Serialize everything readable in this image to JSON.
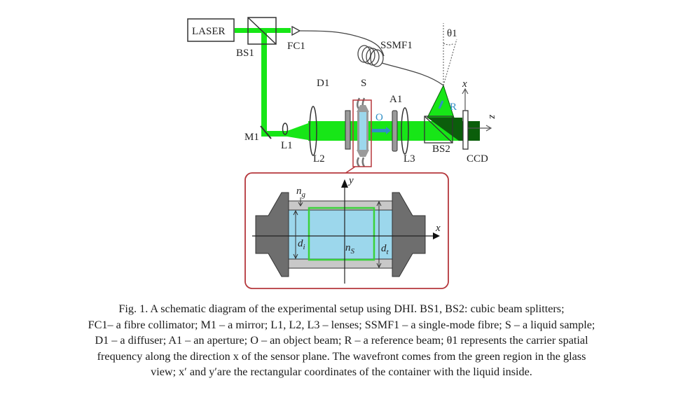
{
  "labels": {
    "laser": "LASER",
    "bs1": "BS1",
    "fc1": "FC1",
    "ssmf1": "SSMF1",
    "theta1": "θ1",
    "d1": "D1",
    "s": "S",
    "a1": "A1",
    "o": "O",
    "r": "R",
    "x_axis": "x",
    "z_axis": "z",
    "m1": "M1",
    "l1": "L1",
    "l2": "L2",
    "l3": "L3",
    "bs2": "BS2",
    "ccd": "CCD"
  },
  "inset": {
    "n_g": "n",
    "n_g_sub": "g",
    "n_s": "n",
    "n_s_sub": "S",
    "d_i": "d",
    "d_i_sub": "i",
    "d_t": "d",
    "d_t_sub": "t",
    "x_axis": "x",
    "y_axis": "y"
  },
  "colors": {
    "beam": "#17e617",
    "beam_dark": "#0b5e0b",
    "liquid": "#9cd7ec",
    "glass": "#c8c8c8",
    "holder": "#6e6e6e",
    "inset_border": "#b5373c",
    "roi": "#3ad13a",
    "arrow_blue": "#2f8fc6"
  },
  "caption": {
    "lines": [
      "Fig. 1. A schematic diagram of the experimental setup using DHI. BS1, BS2: cubic beam splitters;",
      "FC1– a fibre collimator; M1 – a mirror; L1, L2, L3 – lenses; SSMF1 – a single-mode fibre; S – a liquid sample;",
      "D1 – a diffuser; A1 – an aperture; O – an object beam; R – a reference beam; θ1 represents the carrier spatial",
      "frequency along the direction x of the sensor plane. The wavefront comes from the green region in the glass",
      "view; x′ and y′are the rectangular coordinates of the container with the liquid inside."
    ]
  }
}
